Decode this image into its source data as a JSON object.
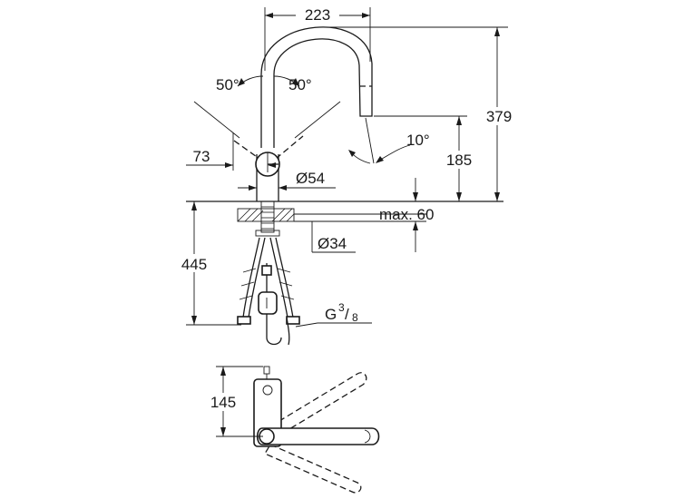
{
  "dimensions": {
    "spout_reach": "223",
    "total_height": "379",
    "swivel_left": "50°",
    "swivel_right": "50°",
    "handle_offset": "73",
    "spray_angle": "10°",
    "spout_height": "185",
    "body_diameter": "Ø54",
    "mount_thickness": "max. 60",
    "hole_diameter": "Ø34",
    "hose_length": "445",
    "connection_main": "G",
    "connection_num": "3",
    "connection_den": "8",
    "top_view_depth": "145"
  }
}
